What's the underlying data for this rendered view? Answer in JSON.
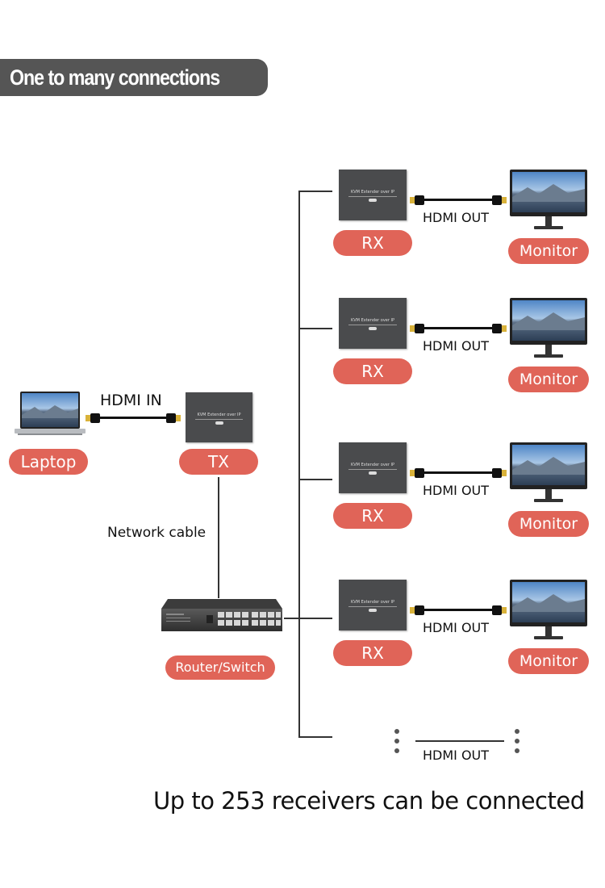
{
  "banner": {
    "title": "One to many connections"
  },
  "source": {
    "laptop_label": "Laptop",
    "hdmi_in_label": "HDMI IN",
    "tx_label": "TX",
    "kvm_text": "KVM Extender over IP",
    "network_cable_label": "Network cable",
    "router_label": "Router/Switch"
  },
  "receivers": [
    {
      "rx_label": "RX",
      "hdmi_label": "HDMI OUT",
      "monitor_label": "Monitor"
    },
    {
      "rx_label": "RX",
      "hdmi_label": "HDMI OUT",
      "monitor_label": "Monitor"
    },
    {
      "rx_label": "RX",
      "hdmi_label": "HDMI OUT",
      "monitor_label": "Monitor"
    },
    {
      "rx_label": "RX",
      "hdmi_label": "HDMI OUT",
      "monitor_label": "Monitor"
    }
  ],
  "more": {
    "hdmi_label": "HDMI OUT"
  },
  "footer": {
    "caption": "Up to 253 receivers can be connected"
  },
  "colors": {
    "pill": "#e06458",
    "banner": "#555555",
    "device": "#4a4b4d"
  }
}
